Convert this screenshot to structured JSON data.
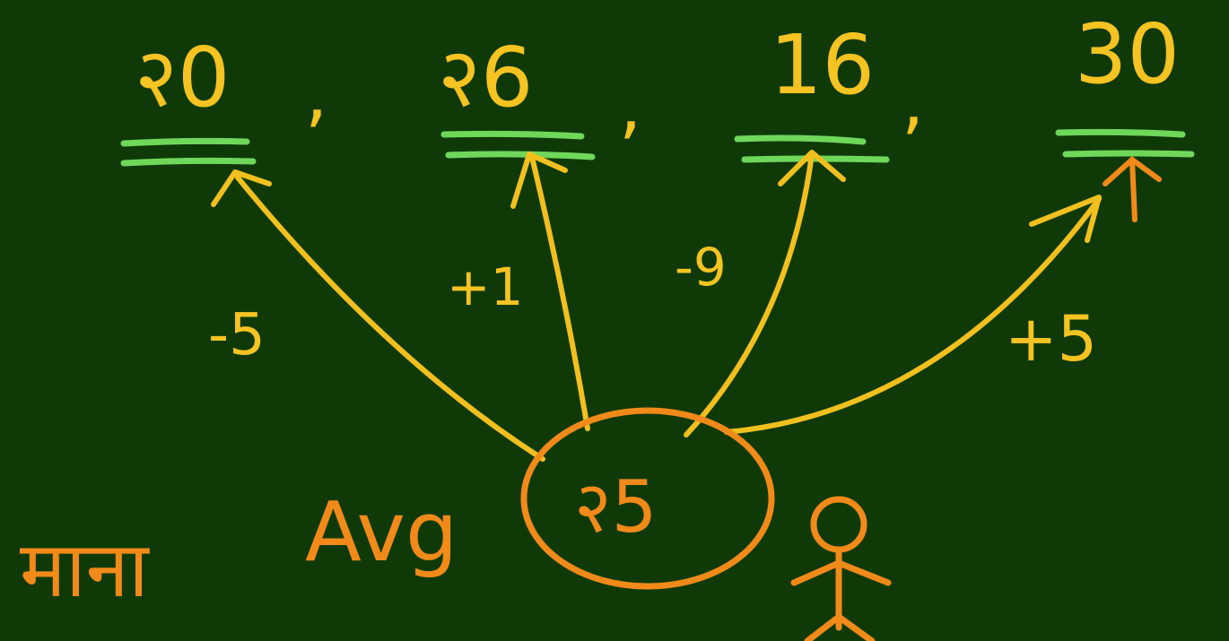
{
  "colors": {
    "board": "#0f3a08",
    "numbers": "#f5c322",
    "underline": "#6fd75a",
    "arrows": "#f2c01e",
    "annotation": "#f28a1a"
  },
  "numbers": {
    "n1": "२0",
    "n2": "२6",
    "n3": "16",
    "n4": "30",
    "sep1": ",",
    "sep2": ",",
    "sep3": ","
  },
  "deviations": {
    "d1": "-5",
    "d2": "+1",
    "d3": "-9",
    "d4": "+5"
  },
  "assumed": {
    "prefix": "माना",
    "label": "Avg",
    "value": "२5"
  },
  "icons": {
    "person": "stick-figure-icon"
  }
}
